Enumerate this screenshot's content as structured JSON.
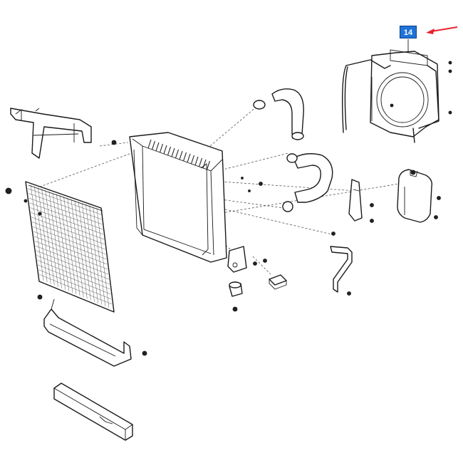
{
  "callout": {
    "label": "14",
    "color": "#1e73d8"
  },
  "arrow": {
    "color": "#e8202a"
  },
  "parts": [
    "mounting-bracket",
    "condenser",
    "condenser-lower-bracket",
    "foam-strip",
    "radiator",
    "upper-hose",
    "lower-hose",
    "fan-shroud",
    "expansion-tank",
    "tank-bracket",
    "pipe-bracket",
    "radiator-mount",
    "rubber-mount",
    "pad"
  ]
}
